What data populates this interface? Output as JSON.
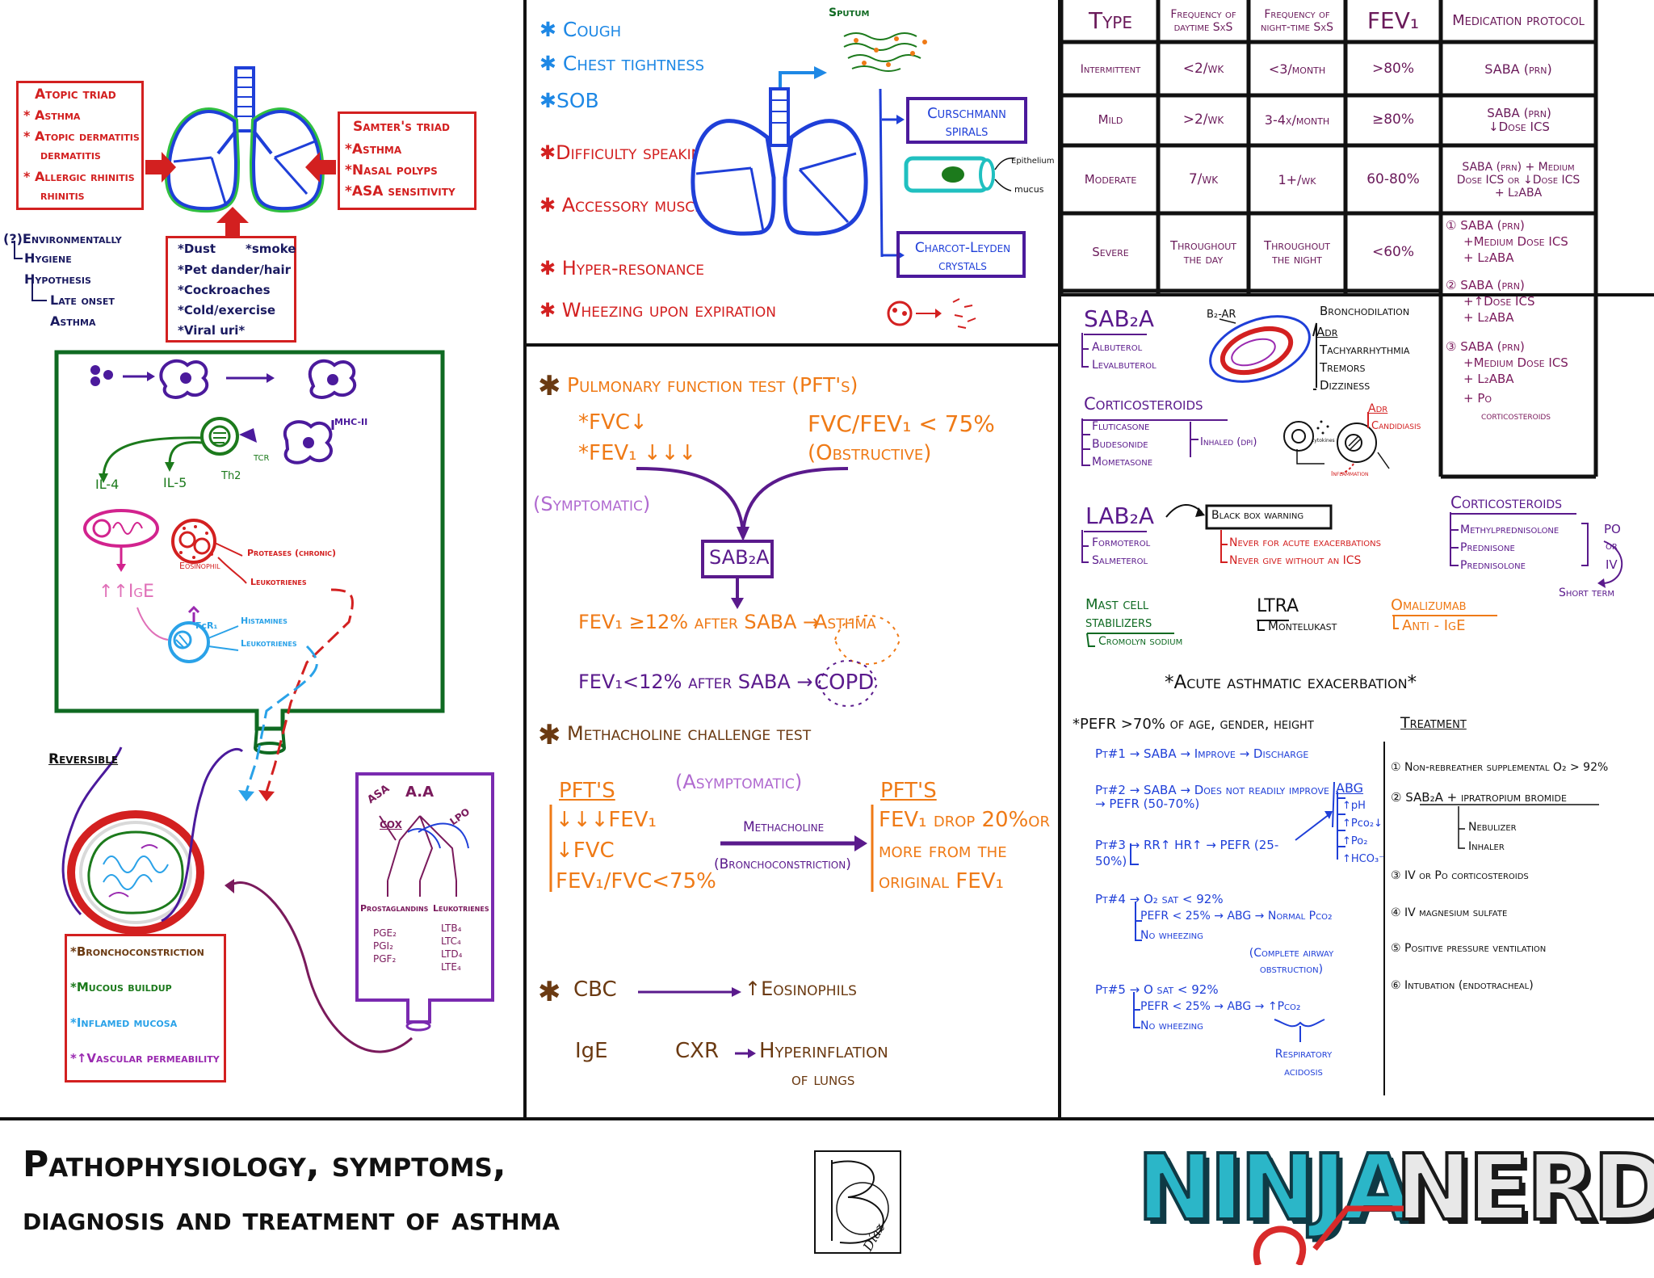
{
  "left_panel": {
    "atopic_triad": {
      "title": "Atopic triad",
      "items": [
        "* Asthma",
        "* Atopic dermatitis",
        "* Allergic rhinitis"
      ]
    },
    "samters_triad": {
      "title": "Samter's triad",
      "items": [
        "*Asthma",
        "*Nasal polyps",
        "*ASA sensitivity"
      ]
    },
    "triggers": [
      "*Dust",
      "*smoke",
      "*Pet dander/hair",
      "*Cockroaches",
      "*Cold/exercise",
      "*Viral uri*"
    ],
    "hygiene": [
      "(?)Environmentally",
      "Hygiene",
      "Hypothesis",
      "Late onset",
      "Asthma"
    ],
    "immunology": {
      "mhc": "MHC-II",
      "tcr": "TCR",
      "th2": "Th2",
      "il4": "IL-4",
      "il5": "IL-5",
      "eosinophil": "Eosinophil",
      "proteases": "Proteases (chronic)",
      "leukotrienes1": "Leukotrienes",
      "ige": "↑↑IgE",
      "fcr": "FcR₁",
      "histamines": "Histamines",
      "leukotrienes2": "Leukotrienes"
    },
    "reversible": "Reversible",
    "airway_legend": [
      "*Bronchoconstriction",
      "*Mucous buildup",
      "*Inflamed mucosa",
      "*↑Vascular permeability"
    ],
    "aa_pathway": {
      "asa": "ASA",
      "cox": "COX",
      "aa": "A.A",
      "lpo": "LPO",
      "prostaglandins": "Prostaglandins",
      "leukotrienes": "Leukotrienes",
      "pg_items": [
        "PGE₂",
        "PGI₂",
        "PGF₂"
      ],
      "lt_items": [
        "LTB₄",
        "LTC₄",
        "LTD₄",
        "LTE₄"
      ]
    }
  },
  "symptoms": {
    "blue_items": [
      "Cough",
      "Chest tightness",
      "SOB"
    ],
    "red_items": [
      "Difficulty speaking",
      "Accessory muscle use",
      "Hyper-resonance",
      "Wheezing upon expiration"
    ],
    "sputum": "Sputum",
    "curschmann": "Curschmann spirals",
    "epithelium": "Epithelium",
    "mucus": "mucus",
    "charcot": "Charcot-Leyden crystals"
  },
  "diagnosis": {
    "pft_heading": "Pulmonary function test (PFT's)",
    "fvc_down": "*FVC↓",
    "fev1_down": "*FEV₁ ↓↓↓",
    "ratio": "FVC/FEV₁ < 75%",
    "obstructive": "(Obstructive)",
    "symptomatic": "(Symptomatic)",
    "saba": "SAB₂A",
    "asthma_line": "FEV₁ ≥12% after SABA →",
    "asthma": "Asthma",
    "copd_line": "FEV₁<12% after SABA →",
    "copd": "COPD",
    "metha_heading": "Methacholine challenge test",
    "asymptomatic": "(Asymptomatic)",
    "pft_left_title": "PFT'S",
    "pft_left": [
      "↓↓↓FEV₁",
      "↓FVC",
      "FEV₁/FVC<75%"
    ],
    "methacholine": "Methacholine",
    "bronchoconstriction": "(Bronchoconstriction)",
    "pft_right_title": "PFT'S",
    "pft_right": [
      "FEV₁ drop 20%or",
      "more from the",
      "original FEV₁"
    ],
    "cbc": "CBC",
    "eosinophils": "↑Eosinophils",
    "ige": "IgE",
    "cxr": "CXR",
    "hyperinflation": "Hyperinflation",
    "of_lungs": "of lungs"
  },
  "table": {
    "headers": [
      "Type",
      "Frequency of daytime SxS",
      "Frequency of night-time SxS",
      "FEV₁",
      "Medication protocol"
    ],
    "rows": [
      {
        "type": "Intermittent",
        "day": "<2/wk",
        "night": "<3/month",
        "fev": ">80%",
        "med": "SABA (prn)"
      },
      {
        "type": "Mild",
        "day": ">2/wk",
        "night": "3-4x/month",
        "fev": "≥80%",
        "med": "SABA (prn) ↓Dose ICS"
      },
      {
        "type": "Moderate",
        "day": "7/wk",
        "night": "1+/wk",
        "fev": "60-80%",
        "med": "SABA (prn) + Medium Dose ICS or ↓Dose ICS + L₂ABA"
      },
      {
        "type": "Severe",
        "day": "Throughout the day",
        "night": "Throughout the night",
        "fev": "<60%",
        "med": ""
      }
    ],
    "severe_meds": [
      "① SABA (prn)",
      "+Medium Dose ICS",
      "+ L₂ABA",
      "② SABA (prn)",
      "+↑Dose ICS",
      "+ L₂ABA",
      "③ SABA (prn)",
      "+Medium Dose ICS",
      "+ L₂ABA",
      "+ Po",
      "corticosteroids"
    ]
  },
  "treatment": {
    "saba": {
      "title": "SAB₂A",
      "drugs": [
        "Albuterol",
        "Levalbuterol"
      ],
      "b2ar": "B₂-AR",
      "bronchodilation": "Bronchodilation",
      "adr": "Adr",
      "adr_items": [
        "Tachyarrhythmia",
        "Tremors",
        "Dizziness"
      ]
    },
    "corticosteroids": {
      "title": "Corticosteroids",
      "drugs": [
        "Fluticasone",
        "Budesonide",
        "Mometasone"
      ],
      "inhaled": "Inhaled (dpi)",
      "adr": "Adr",
      "candidiasis": "Candidiasis",
      "cytokines": "cytokines",
      "inflammation": "Inflammation"
    },
    "laba": {
      "title": "LAB₂A",
      "drugs": [
        "Formoterol",
        "Salmeterol"
      ],
      "black_box": "Black box warning",
      "warnings": [
        "Never for acute exacerbations",
        "Never give without an ICS"
      ]
    },
    "corticosteroids2": {
      "title": "Corticosteroids",
      "drugs": [
        "Methylprednisolone",
        "Prednisone",
        "Prednisolone"
      ],
      "routes": [
        "PO",
        "or",
        "IV"
      ],
      "short_term": "Short term"
    },
    "mast": {
      "title": "Mast cell stabilizers",
      "drug": "Cromolyn sodium"
    },
    "ltra": {
      "title": "LTRA",
      "drug": "Montelukast"
    },
    "omalizumab": {
      "title": "Omalizumab",
      "drug": "Anti - IgE"
    }
  },
  "exacerbation": {
    "title": "*Acute asthmatic exacerbation*",
    "pefr": "*PEFR >70% of age, gender, height",
    "pt1": "Pt#1 → SABA → Improve → Discharge",
    "pt2": "Pt#2 → SABA → Does not readily improve → PEFR (50-70%)",
    "abg": "ABG",
    "abg_items": [
      "↑pH",
      "↑Pco₂↓",
      "↑Po₂",
      "↑HCO₃⁻"
    ],
    "pt3": "Pt#3 → RR↑  HR↑ → PEFR (25-50%)",
    "pt4": [
      "Pt#4 → O₂ sat < 92%",
      "PEFR < 25% → ABG → Normal Pco₂",
      "No wheezing",
      "(Complete airway obstruction)"
    ],
    "pt5": [
      "Pt#5 → O sat < 92%",
      "PEFR < 25% → ABG → ↑Pco₂",
      "No wheezing",
      "Respiratory acidosis"
    ],
    "treatment_title": "Treatment",
    "treatments": [
      "① Non-rebreather supplemental O₂ > 92%",
      "② SAB₂A + ipratropium bromide",
      "Nebulizer",
      "Inhaler",
      "③ IV or Po corticosteroids",
      "④ IV magnesium sulfate",
      "⑤ Positive pressure ventilation",
      "⑥ Intubation (endotracheal)"
    ]
  },
  "footer": {
    "title_line1": "Pathophysiology, symptoms,",
    "title_line2": "diagnosis and treatment of asthma",
    "signature": "Díaz",
    "logo_ninja": "NINJA",
    "logo_nerd": "NERD"
  }
}
